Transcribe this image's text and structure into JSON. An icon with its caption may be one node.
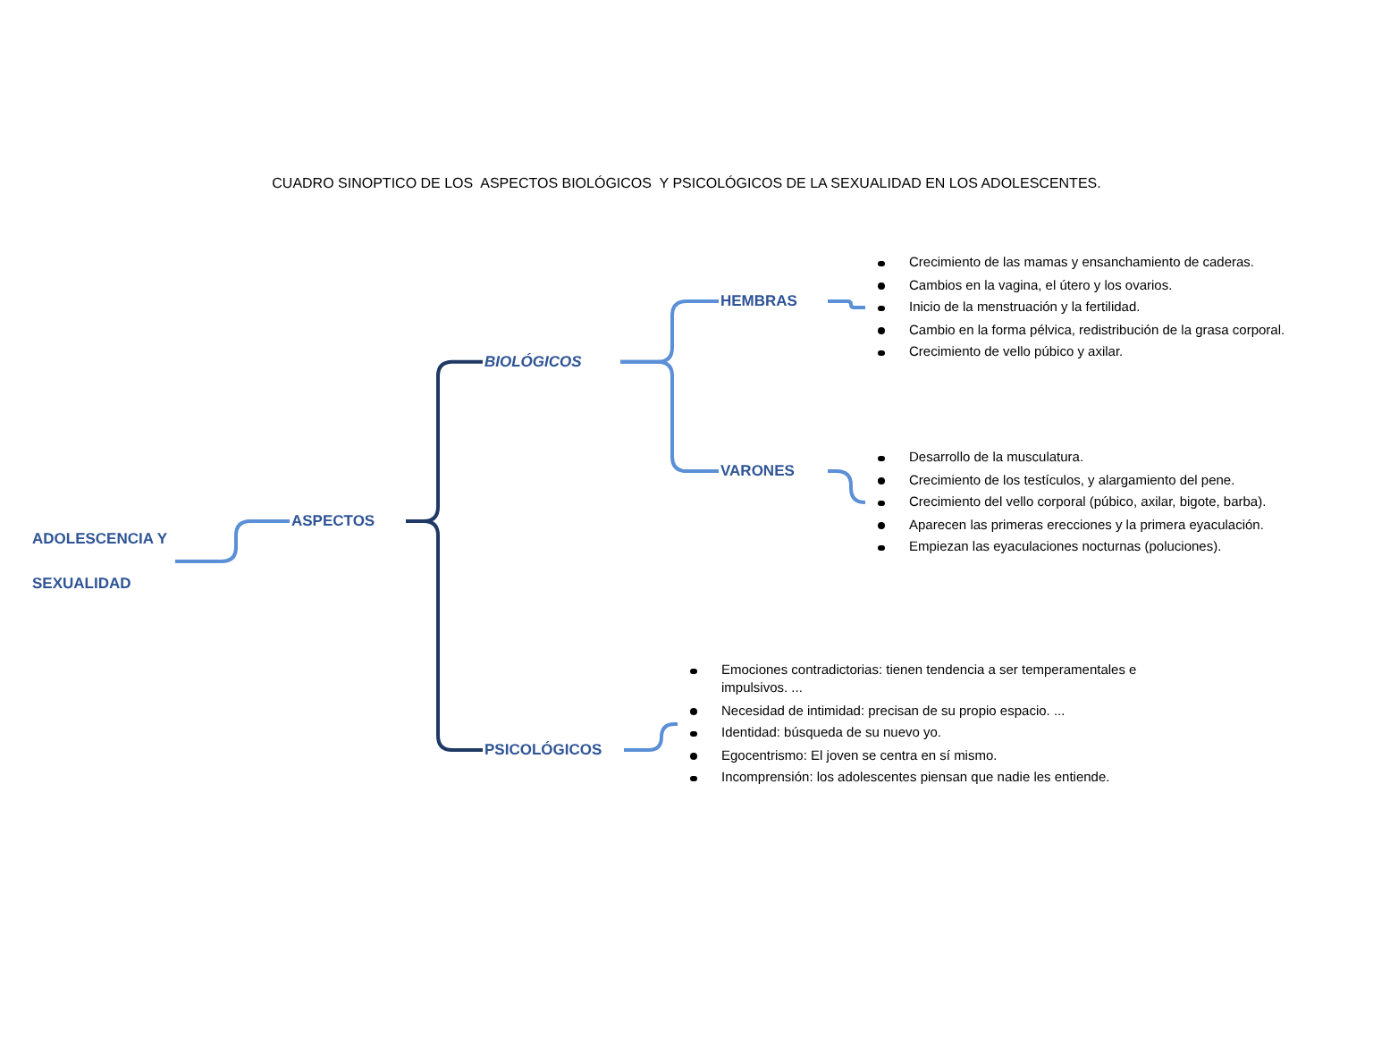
{
  "diagram": {
    "title": "CUADRO SINOPTICO DE LOS  ASPECTOS BIOLÓGICOS  Y PSICOLÓGICOS DE LA SEXUALIDAD EN LOS ADOLESCENTES.",
    "nodes": [
      {
        "text": [
          "ADOLESCENCIA Y SEXUALIDAD"
        ]
      },
      {
        "text": [
          "ASPECTOS"
        ]
      },
      {
        "text": [
          "BIOLÓGICOS"
        ]
      },
      {
        "text": [
          "PSICOLÓGICOS"
        ]
      },
      {
        "text": [
          "HEMBRAS"
        ]
      },
      {
        "text": [
          "VARONES"
        ]
      },
      {
        "text": [
          "Crecimiento de las mamas y ensanchamiento de caderas.",
          "Cambios en la vagina, el útero y los ovarios.",
          "Inicio de la menstruación y la fertilidad.",
          "Cambio en la forma pélvica, redistribución de la grasa corporal.",
          "Crecimiento de vello púbico y axilar."
        ]
      },
      {
        "text": [
          "Desarrollo de la musculatura.",
          "Crecimiento de los testículos, y alargamiento del pene.",
          "Crecimiento del vello corporal (púbico, axilar, bigote, barba).",
          "Aparecen las primeras erecciones y la primera eyaculación.",
          "Empiezan las eyaculaciones nocturnas (poluciones)."
        ]
      },
      {
        "text": [
          "Emociones contradictorias: tienen tendencia a ser temperamentales e impulsivos. ...",
          "Necesidad de intimidad: precisan de su propio espacio. ...",
          "Identidad: búsqueda de su nuevo yo.",
          "Egocentrismo: El joven se centra en sí mismo.",
          "Incomprensión: los adolescentes piensan que nadie les entiende."
        ]
      }
    ],
    "edges": [
      {
        "from": 0,
        "to": 1,
        "arrow": "none"
      },
      {
        "from": 1,
        "to": 2,
        "arrow": "none",
        "color": "#1f3864"
      },
      {
        "from": 1,
        "to": 3,
        "arrow": "none",
        "color": "#1f3864"
      },
      {
        "from": 2,
        "to": 4,
        "arrow": "none"
      },
      {
        "from": 2,
        "to": 5,
        "arrow": "none"
      },
      {
        "from": 4,
        "to": 6,
        "arrow": "none"
      },
      {
        "from": 5,
        "to": 7,
        "arrow": "none"
      },
      {
        "from": 3,
        "to": 8,
        "arrow": "none"
      }
    ]
  }
}
